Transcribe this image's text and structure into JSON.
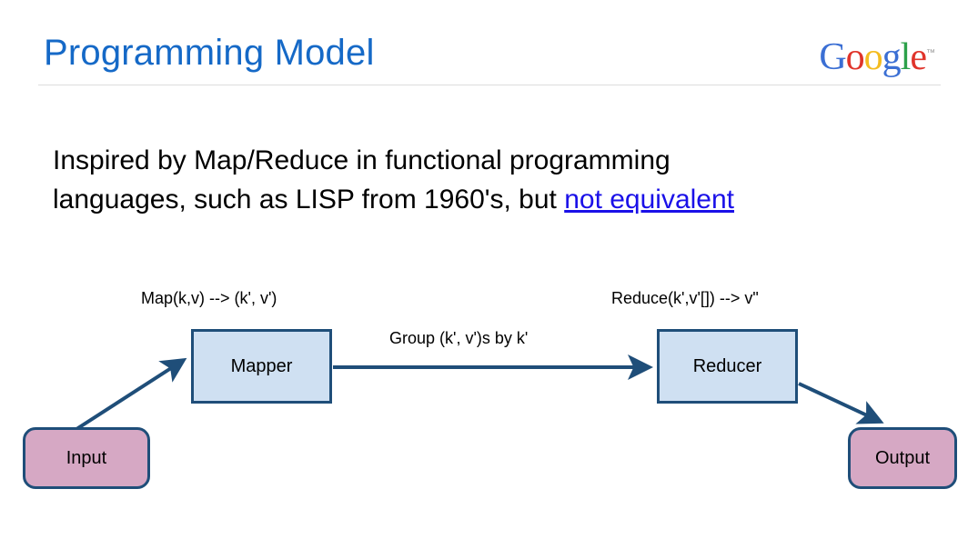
{
  "slide": {
    "title": "Programming Model",
    "brand": {
      "name": "Google",
      "letters": [
        {
          "char": "G",
          "color": "#3b6fd4"
        },
        {
          "char": "o",
          "color": "#e0342b"
        },
        {
          "char": "o",
          "color": "#f4bc20"
        },
        {
          "char": "g",
          "color": "#3b6fd4"
        },
        {
          "char": "l",
          "color": "#2ca14a"
        },
        {
          "char": "e",
          "color": "#e0342b"
        }
      ],
      "trademark": "™"
    },
    "body": {
      "line1": "Inspired by Map/Reduce in functional programming",
      "line2_prefix": "languages,  such as LISP from 1960's,  but ",
      "link_text": "not equivalent"
    }
  },
  "diagram": {
    "nodes": {
      "mapper": "Mapper",
      "reducer": "Reducer",
      "input": "Input",
      "output": "Output"
    },
    "edge_labels": {
      "map": "Map(k,v) --> (k', v')",
      "reduce": "Reduce(k',v'[]) --> v\"",
      "group": "Group (k', v')s by k'"
    },
    "colors": {
      "process_fill": "#cfe0f2",
      "io_fill": "#d6a8c4",
      "border": "#1f4e79",
      "arrow": "#1f4e79"
    }
  }
}
